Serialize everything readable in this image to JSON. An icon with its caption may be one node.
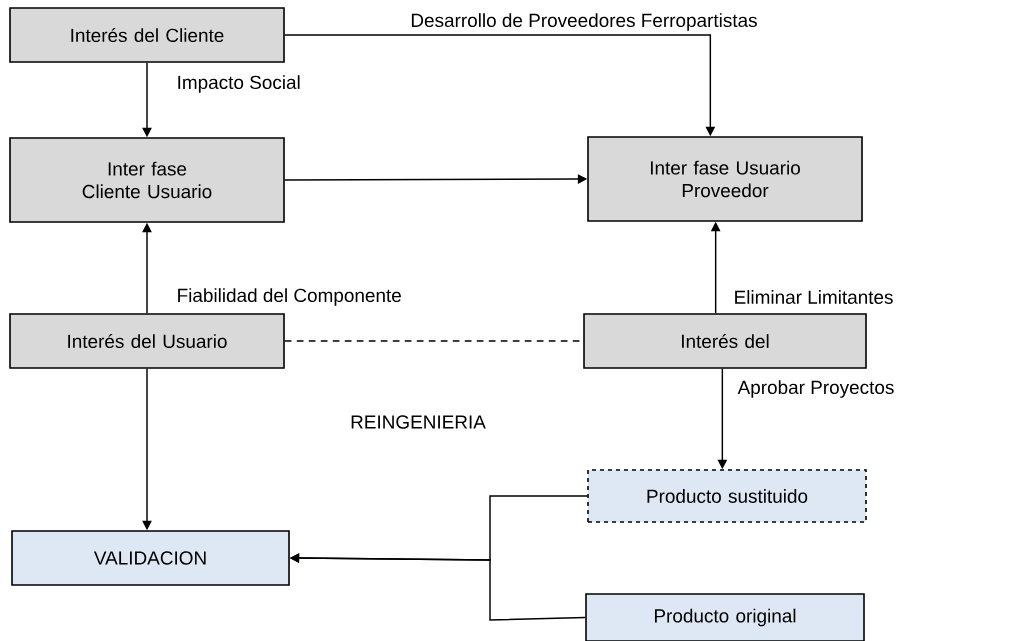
{
  "diagram": {
    "nodes": [
      {
        "text": [
          "Interés del Cliente"
        ]
      },
      {
        "text": [
          "Inter fase Cliente Usuario"
        ]
      },
      {
        "text": [
          "Inter fase Usuario Proveedor"
        ]
      },
      {
        "text": [
          "Interés del Usuario"
        ]
      },
      {
        "text": [
          "Interés del"
        ]
      },
      {
        "text": [
          "Producto sustituido"
        ]
      },
      {
        "text": [
          "VALIDACION"
        ]
      },
      {
        "text": [
          "Producto original"
        ]
      }
    ],
    "edges": [
      {
        "from": 0,
        "to": 2,
        "arrow": "to",
        "label": "Desarrollo de Proveedores Ferropartistas"
      },
      {
        "from": 0,
        "to": 1,
        "arrow": "to",
        "label": "Impacto Social"
      },
      {
        "from": 1,
        "to": 2,
        "arrow": "to"
      },
      {
        "from": 3,
        "to": 1,
        "arrow": "to",
        "label": "Fiabilidad del Componente"
      },
      {
        "from": 4,
        "to": 2,
        "arrow": "to",
        "label": "Eliminar Limitantes"
      },
      {
        "from": 3,
        "to": 4,
        "arrow": "none",
        "style": "dashed"
      },
      {
        "from": 3,
        "to": 6,
        "arrow": "to"
      },
      {
        "from": 4,
        "to": 5,
        "arrow": "to",
        "label": "Aprobar Proyectos"
      },
      {
        "from": 5,
        "to": 6,
        "arrow": "to"
      },
      {
        "from": 7,
        "to": 6,
        "arrow": "to"
      }
    ],
    "labels": [
      "REINGENIERIA"
    ]
  }
}
